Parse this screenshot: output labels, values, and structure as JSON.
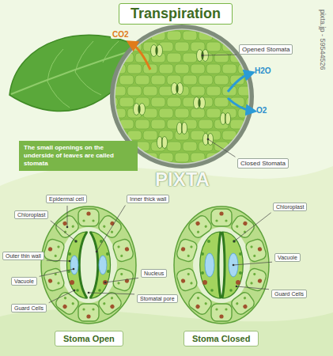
{
  "diagram": {
    "title": "Transpiration",
    "nodes": [
      {
        "text": [
          "The small openings on the underside of leaves are called stomata"
        ]
      },
      {
        "text": [
          "Stoma Open"
        ]
      },
      {
        "text": [
          "Stoma Closed"
        ]
      }
    ],
    "labels": [
      "Opened Stomata",
      "CO2",
      "H2O",
      "O2",
      "Closed Stomata",
      "Epidermal cell",
      "Inner thick wall",
      "Chloroplast",
      "Outer thin wall",
      "Vacuole",
      "Nucleus",
      "Stomatal pore",
      "Guard Cells",
      "Chloroplast",
      "Vacuole",
      "Guard Cells",
      "PIXTA",
      "pixta.jp - 59544526"
    ]
  }
}
